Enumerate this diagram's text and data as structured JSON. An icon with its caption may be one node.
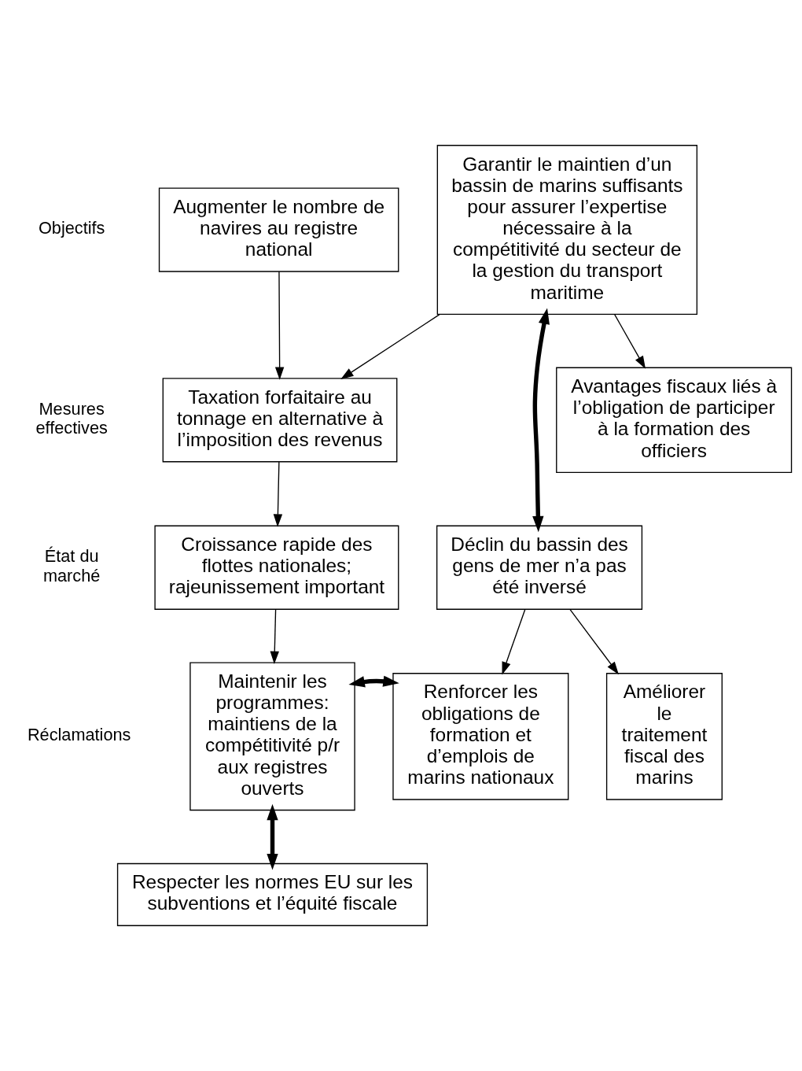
{
  "diagram": {
    "nodes": [
      {
        "text": [
          "Augmenter le nombre de navires au registre national"
        ]
      },
      {
        "text": [
          "Garantir le maintien d’un bassin de marins suffisants pour assurer l’expertise nécessaire à la compétitivité du secteur de la gestion du transport maritime"
        ]
      },
      {
        "text": [
          "Taxation forfaitaire au tonnage en alternative à l’imposition des revenus"
        ]
      },
      {
        "text": [
          "Avantages fiscaux liés à l’obligation de participer à la formation des officiers"
        ]
      },
      {
        "text": [
          "Croissance rapide des flottes nationales; rajeunissement important"
        ]
      },
      {
        "text": [
          "Déclin du bassin des gens de mer n’a pas été inversé"
        ]
      },
      {
        "text": [
          "Maintenir les programmes: maintiens de la compétitivité p/r aux registres ouverts"
        ]
      },
      {
        "text": [
          "Renforcer les obligations de formation et d’emplois de marins nationaux"
        ]
      },
      {
        "text": [
          "Améliorer le traitement fiscal des marins"
        ]
      },
      {
        "text": [
          "Respecter les normes EU sur les subventions et l’équité fiscale"
        ]
      }
    ],
    "edges": [
      {
        "from": 0,
        "to": 2,
        "arrow": "to"
      },
      {
        "from": 1,
        "to": 2,
        "arrow": "to"
      },
      {
        "from": 1,
        "to": 3,
        "arrow": "to"
      },
      {
        "from": 2,
        "to": 4,
        "arrow": "to"
      },
      {
        "from": 1,
        "to": 5,
        "arrow": "both",
        "style": "thick"
      },
      {
        "from": 4,
        "to": 6,
        "arrow": "to"
      },
      {
        "from": 5,
        "to": 7,
        "arrow": "to"
      },
      {
        "from": 5,
        "to": 8,
        "arrow": "to"
      },
      {
        "from": 6,
        "to": 7,
        "arrow": "both",
        "style": "thick"
      },
      {
        "from": 6,
        "to": 9,
        "arrow": "both",
        "style": "thick"
      }
    ],
    "labels": [
      "Objectifs",
      "Mesures effectives",
      "État du marché",
      "Réclamations"
    ]
  }
}
